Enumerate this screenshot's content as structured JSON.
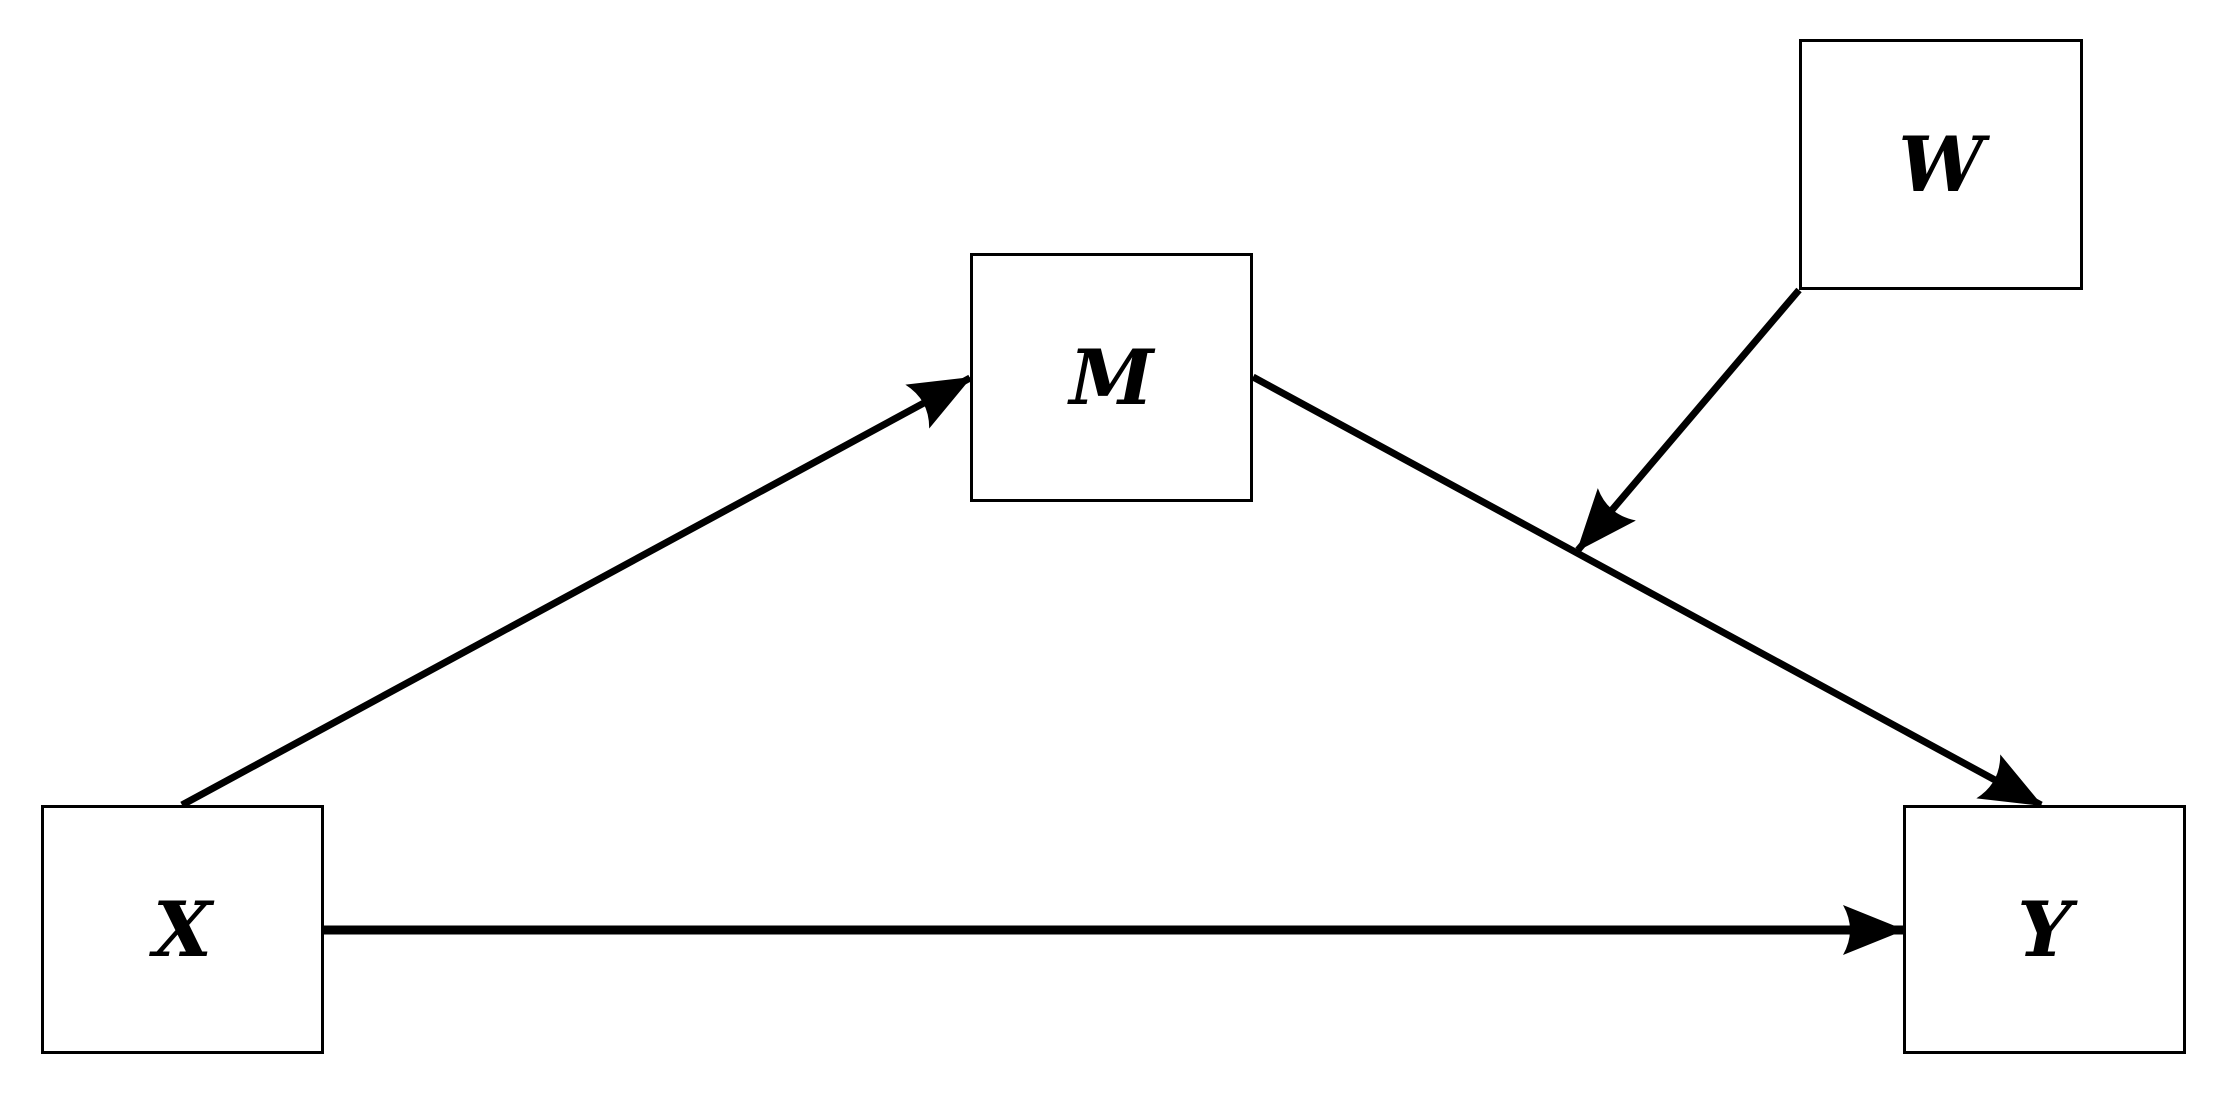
{
  "nodes": {
    "x": {
      "label": "X"
    },
    "m": {
      "label": "M"
    },
    "w": {
      "label": "W"
    },
    "y": {
      "label": "Y"
    }
  },
  "colors": {
    "stroke": "#000000",
    "background": "#ffffff"
  }
}
